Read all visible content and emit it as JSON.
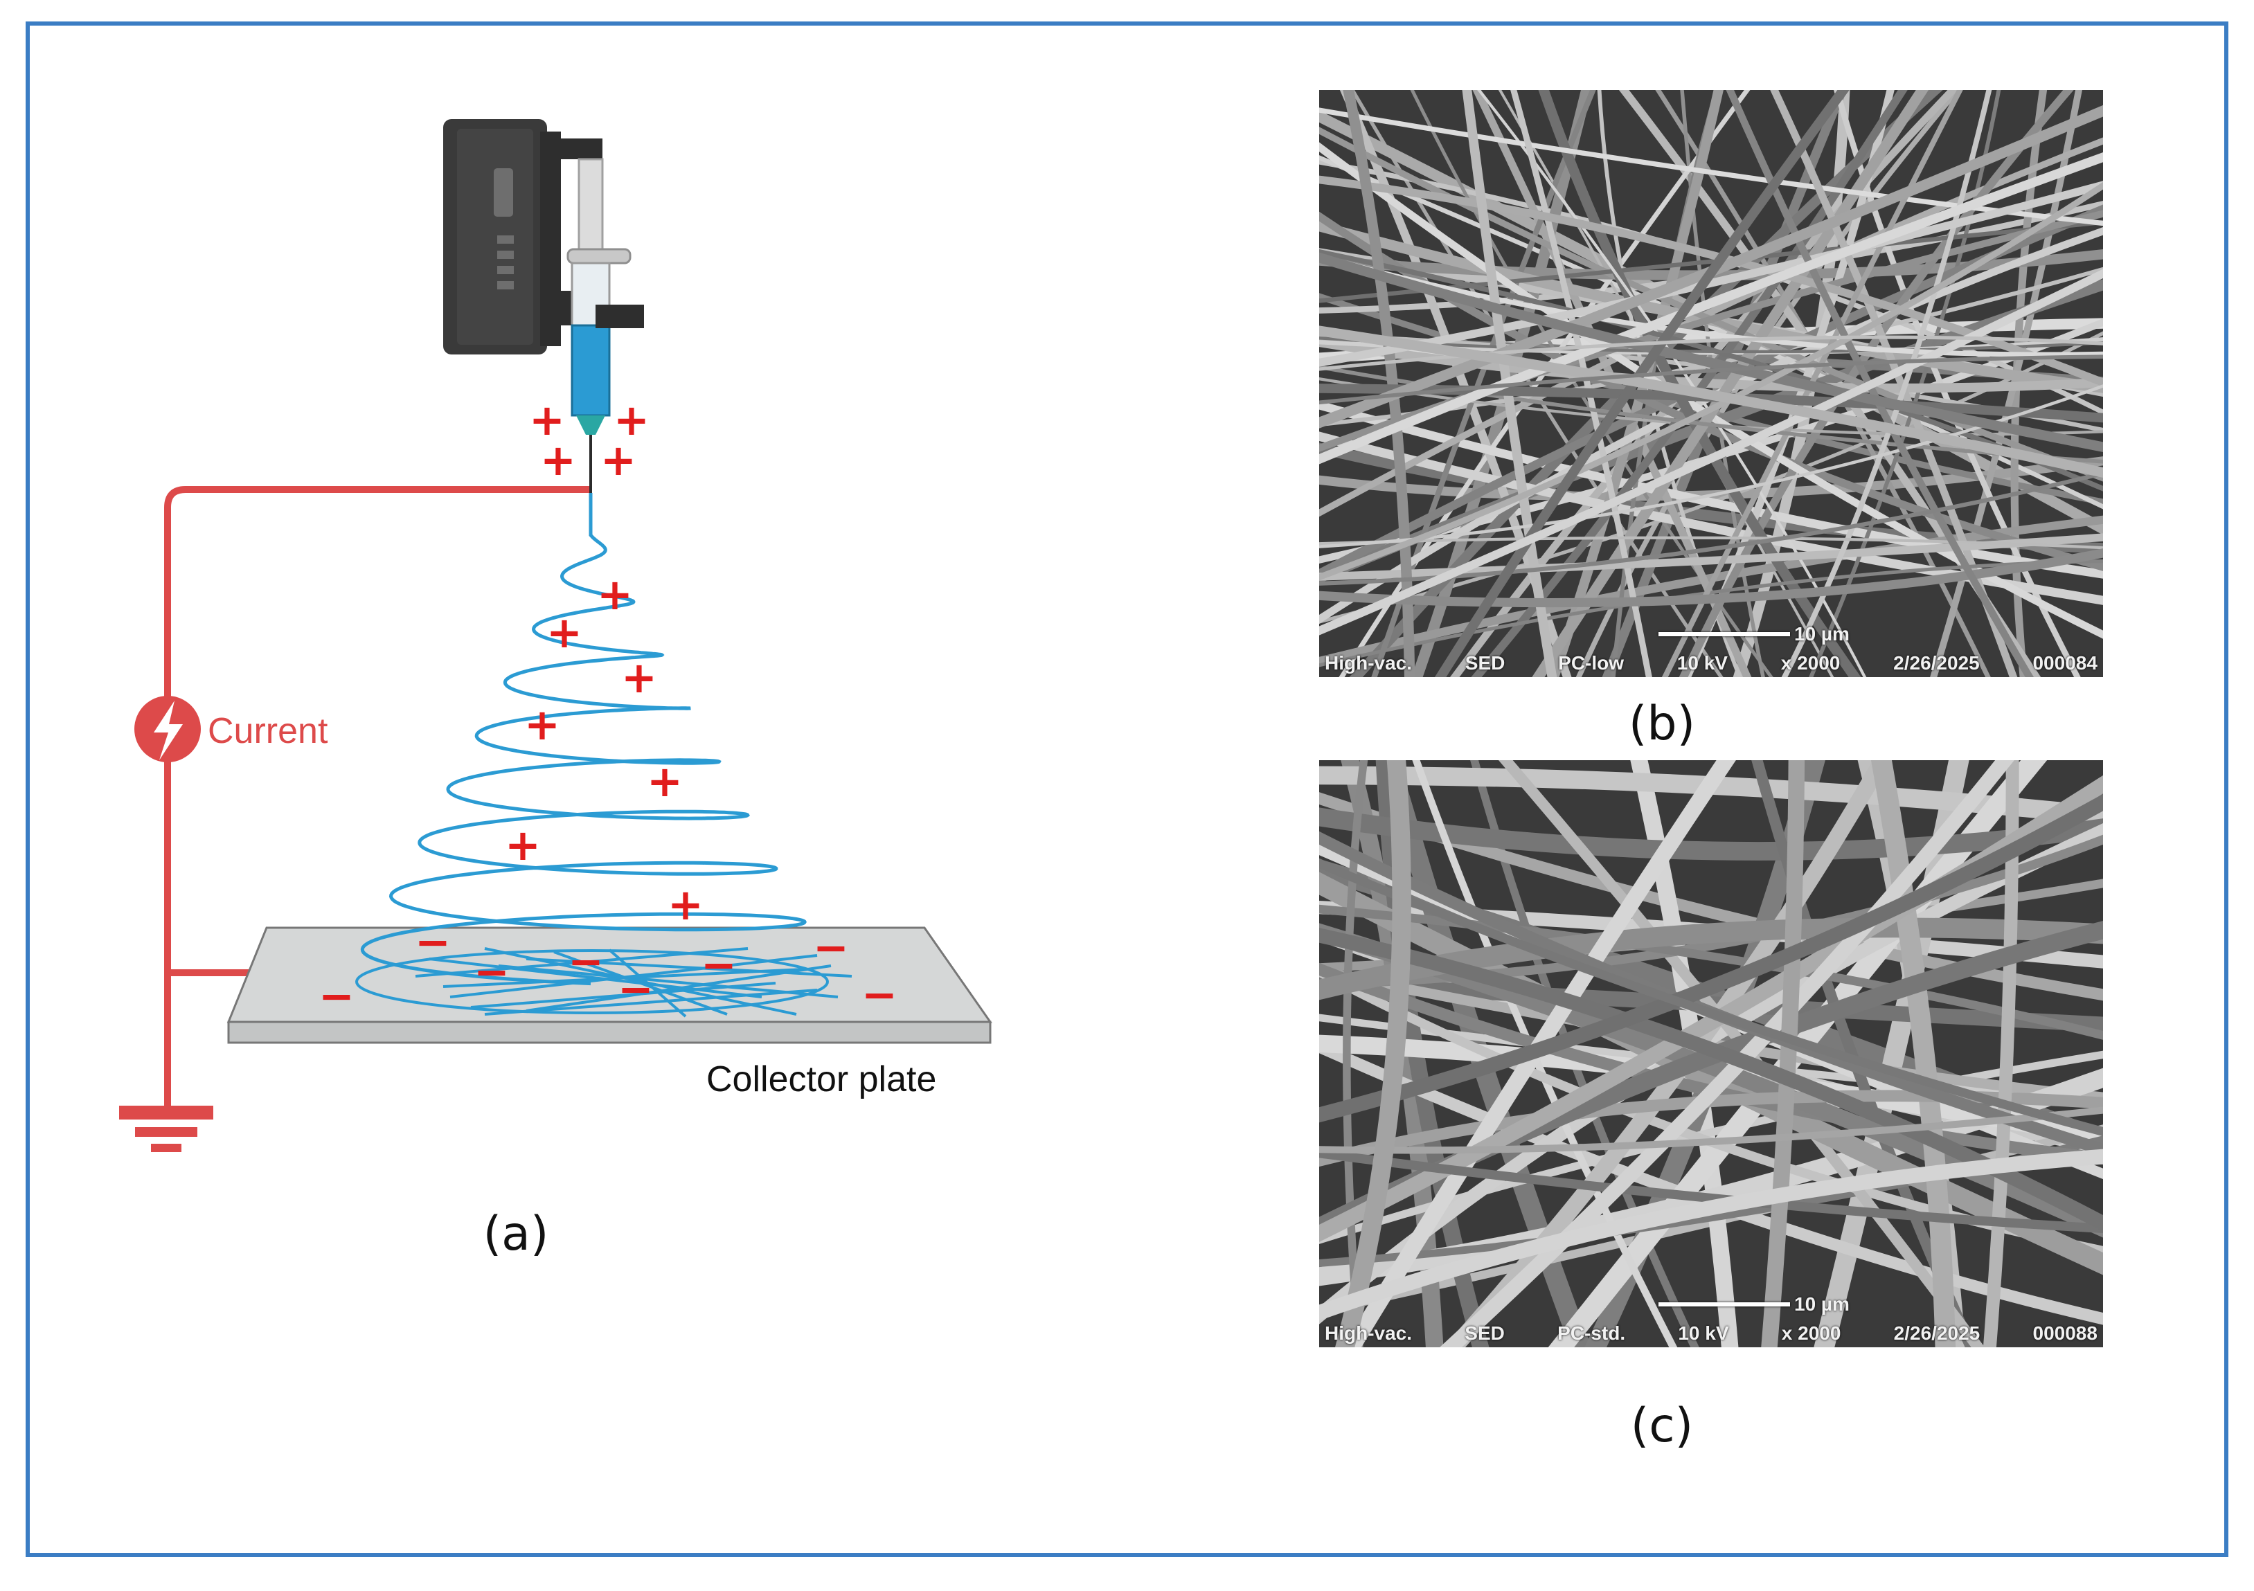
{
  "colors": {
    "frame": "#3b7dc4",
    "wire": "#dd4a4a",
    "charge": "#e11d1d",
    "fiber": "#2b9bd3",
    "pump": "#3a3a3a",
    "plate": "#d5d7d7",
    "sem_background": "#3a3a3a",
    "sem_fiber": "#c9c9c9"
  },
  "schematic": {
    "current_label": "Current",
    "collector_label": "Collector plate",
    "positive_sign": "+",
    "negative_sign": "−",
    "panel_label": "(a)",
    "icons": [
      "syringe-pump-icon",
      "syringe-icon",
      "lightning-icon",
      "ground-icon"
    ]
  },
  "sem_low": {
    "panel_label": "(b)",
    "scale": "10 µm",
    "databar": [
      "High-vac.",
      "SED",
      "PC-low",
      "10 kV",
      "x 2000",
      "2/26/2025",
      "000084"
    ]
  },
  "sem_std": {
    "panel_label": "(c)",
    "scale": "10 µm",
    "databar": [
      "High-vac.",
      "SED",
      "PC-std.",
      "10 kV",
      "x 2000",
      "2/26/2025",
      "000088"
    ]
  }
}
